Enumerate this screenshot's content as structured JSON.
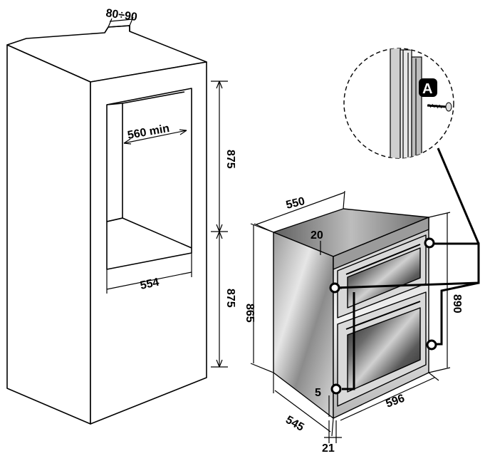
{
  "dimensions": {
    "slot_depth": "80÷90",
    "cavity_width_min": "560 min",
    "upper_height": "875",
    "lower_height": "875",
    "cavity_width": "554",
    "oven_depth": "550",
    "top_gap": "20",
    "oven_height": "865",
    "front_height": "890",
    "bottom_gap": "5",
    "depth_545": "545",
    "front_width": "596",
    "door_offset": "21"
  },
  "detail": {
    "badge": "A"
  }
}
